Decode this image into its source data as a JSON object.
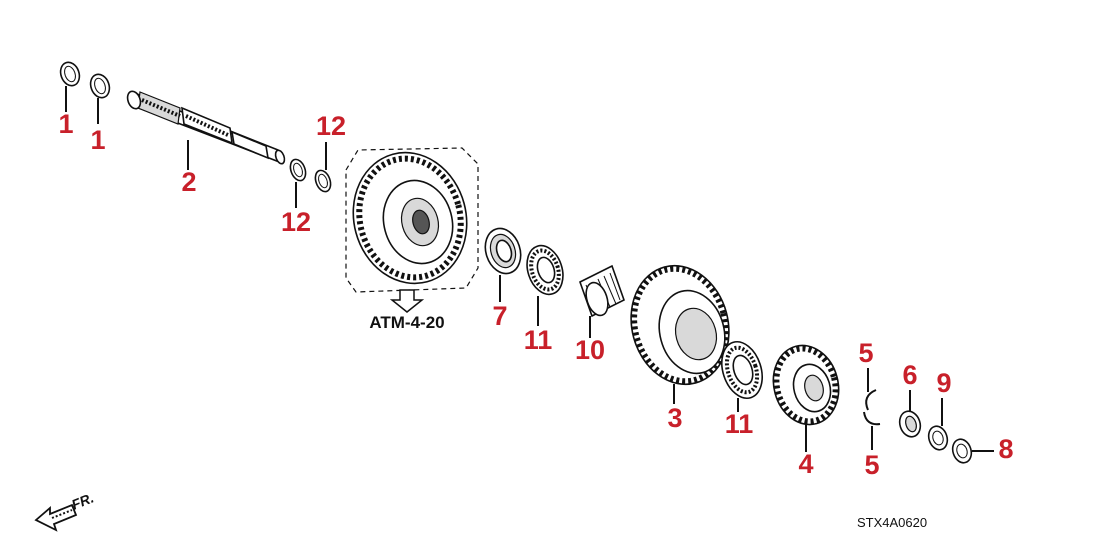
{
  "diagram": {
    "callouts": [
      "1",
      "1",
      "2",
      "12",
      "12",
      "7",
      "11",
      "10",
      "3",
      "11",
      "4",
      "5",
      "5",
      "6",
      "9",
      "8"
    ],
    "reference_label": "ATM-4-20",
    "direction_label": "FR.",
    "figure_code": "STX4A0620",
    "colors": {
      "callout": "#c8202a",
      "line": "#111111",
      "background": "#ffffff"
    },
    "icons": [
      "front-direction-arrow-icon",
      "down-arrow-icon"
    ]
  }
}
